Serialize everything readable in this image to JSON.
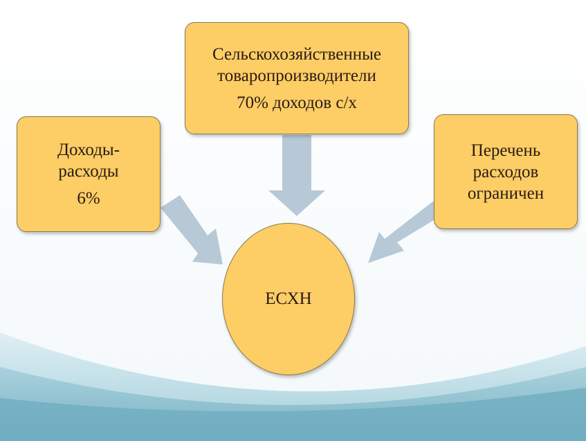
{
  "diagram": {
    "top_box": {
      "lines": [
        "Сельскохозяйственные",
        "товаропроизводители",
        "70% доходов с/х"
      ]
    },
    "left_box": {
      "lines": [
        "Доходы-",
        "расходы",
        "6%"
      ]
    },
    "right_box": {
      "lines": [
        "Перечень",
        "расходов",
        "ограничен"
      ]
    },
    "center": {
      "label": "ЕСХН"
    }
  },
  "colors": {
    "box_fill": "#fdcd66",
    "arrow": "#b7c8d6",
    "wave": "#7fb9c9"
  }
}
